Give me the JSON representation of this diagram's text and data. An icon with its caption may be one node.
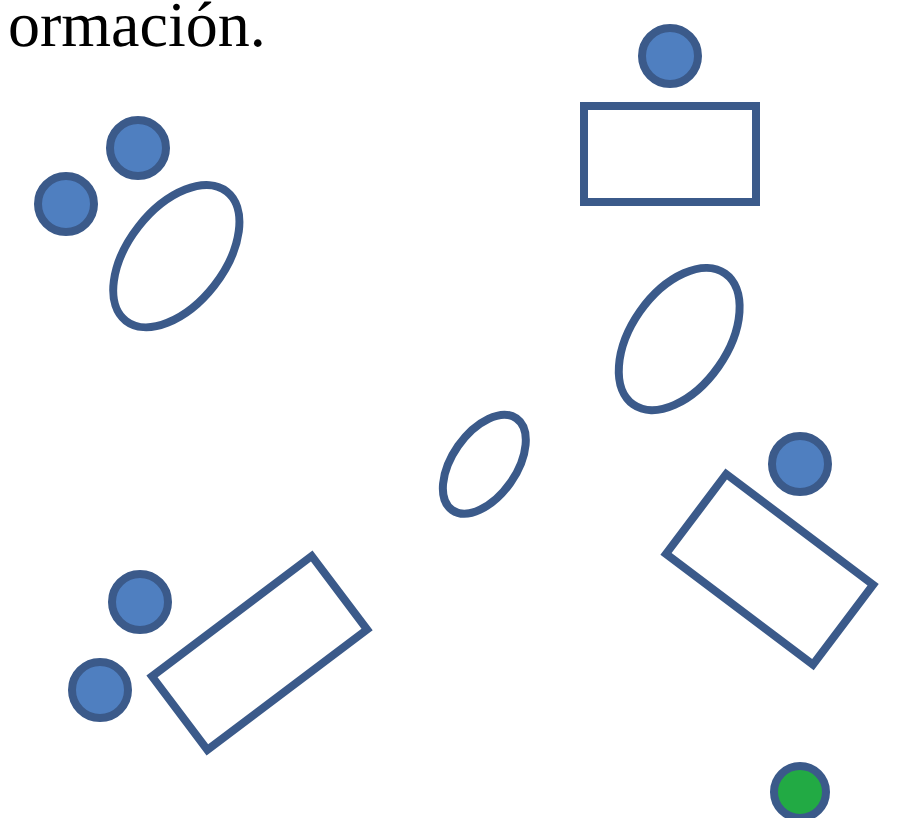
{
  "diagram": {
    "nodes": [
      {
        "text": [],
        "shape": "circle"
      },
      {
        "text": [],
        "shape": "circle"
      },
      {
        "text": [],
        "shape": "circle"
      },
      {
        "text": [],
        "shape": "box"
      },
      {
        "text": [],
        "shape": "ellipse"
      },
      {
        "text": [],
        "shape": "ellipse"
      },
      {
        "text": [],
        "shape": "circle"
      },
      {
        "text": [],
        "shape": "ellipse"
      },
      {
        "text": [],
        "shape": "box"
      },
      {
        "text": [],
        "shape": "circle"
      },
      {
        "text": [],
        "shape": "box"
      },
      {
        "text": [],
        "shape": "circle"
      },
      {
        "text": [],
        "shape": "circle"
      }
    ],
    "labels": [
      "ormación."
    ]
  }
}
